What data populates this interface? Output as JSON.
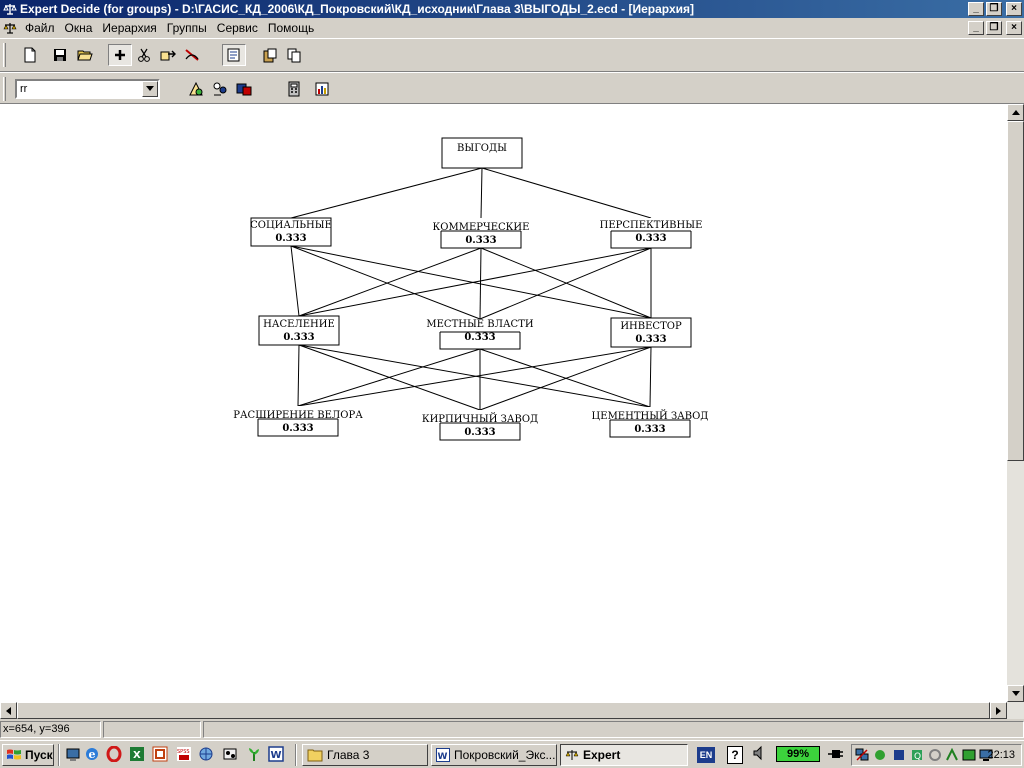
{
  "window": {
    "title": "Expert Decide (for groups) - D:\\ГАСИС_КД_2006\\КД_Покровский\\КД_исходник\\Глава 3\\ВЫГОДЫ_2.ecd - [Иерархия]"
  },
  "menu": {
    "items": [
      "Файл",
      "Окна",
      "Иерархия",
      "Группы",
      "Сервис",
      "Помощь"
    ]
  },
  "combo": {
    "value": "rr"
  },
  "hierarchy": {
    "goal": {
      "label": "ВЫГОДЫ"
    },
    "criteria": [
      {
        "label": "СОЦИАЛЬНЫЕ",
        "value": "0.333"
      },
      {
        "label": "КОММЕРЧЕСКИЕ",
        "value": "0.333"
      },
      {
        "label": "ПЕРСПЕКТИВНЫЕ",
        "value": "0.333"
      }
    ],
    "actors": [
      {
        "label": "НАСЕЛЕНИЕ",
        "value": "0.333"
      },
      {
        "label": "МЕСТНЫЕ ВЛАСТИ",
        "value": "0.333"
      },
      {
        "label": "ИНВЕСТОР",
        "value": "0.333"
      }
    ],
    "alternatives": [
      {
        "label": "РАСШИРЕНИЕ ВЕЛОРА",
        "value": "0.333"
      },
      {
        "label": "КИРПИЧНЫЙ ЗАВОД",
        "value": "0.333"
      },
      {
        "label": "ЦЕМЕНТНЫЙ ЗАВОД",
        "value": "0.333"
      }
    ]
  },
  "status": {
    "coords": "x=654, y=396"
  },
  "taskbar": {
    "start_label": "Пуск",
    "tasks": [
      {
        "label": "Глава 3"
      },
      {
        "label": "Покровский_Экс..."
      },
      {
        "label": "Expert"
      }
    ],
    "lang": "EN",
    "battery": "99%",
    "clock": "22:13"
  },
  "colors": {
    "titlebar_start": "#0a246a",
    "titlebar_end": "#3a6ea5",
    "face": "#d4d0c8",
    "canvas": "#ffffff",
    "battery": "#3cd23c"
  },
  "icons": {
    "app": "scales-icon",
    "toolbar1": [
      "new-file-icon",
      "save-icon",
      "open-folder-icon",
      "add-node-icon",
      "cut-icon",
      "move-icon",
      "link-icon",
      "edit-icon",
      "paste-icon",
      "copy-icon"
    ],
    "toolbar2": [
      "compare-icon",
      "group-icon",
      "judgement-icon",
      "calculator-icon",
      "chart-icon"
    ]
  }
}
